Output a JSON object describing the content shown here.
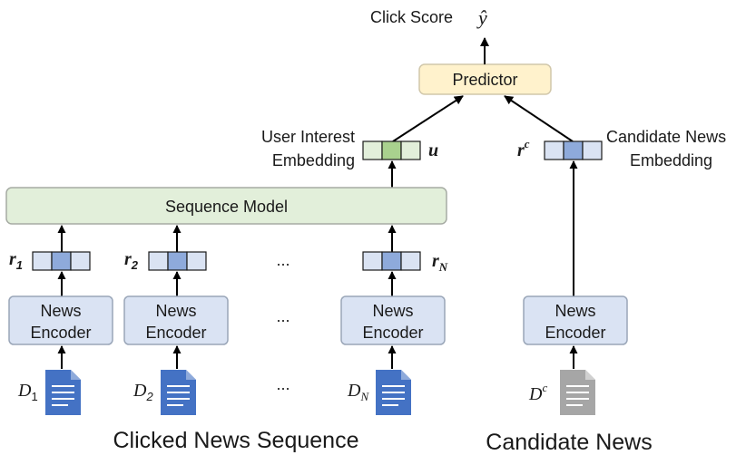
{
  "top": {
    "click_score_label": "Click Score",
    "y_hat": "ŷ"
  },
  "predictor": {
    "label": "Predictor"
  },
  "user": {
    "label_line1": "User Interest",
    "label_line2": "Embedding",
    "symbol": "u"
  },
  "candidate": {
    "label_line1": "Candidate News",
    "label_line2": "Embedding",
    "symbol_base": "r",
    "symbol_sup": "c",
    "doc_base": "D",
    "doc_sup": "c"
  },
  "sequence_model": {
    "label": "Sequence Model"
  },
  "news_encoder": {
    "line1": "News",
    "line2": "Encoder"
  },
  "news_vectors": [
    {
      "base": "r",
      "sub": "1"
    },
    {
      "base": "r",
      "sub": "2"
    },
    {
      "base": "r",
      "sub": "N"
    }
  ],
  "docs": [
    {
      "base": "D",
      "sub": "1"
    },
    {
      "base": "D",
      "sub": "2"
    },
    {
      "base": "D",
      "sub": "N"
    }
  ],
  "ellipsis": "...",
  "bottom": {
    "clicked_label": "Clicked News Sequence",
    "candidate_label": "Candidate News"
  },
  "colors": {
    "encoder_fill": "#dae3f3",
    "encoder_stroke": "#9aa6b8",
    "sequence_fill": "#e2efda",
    "sequence_stroke": "#a6aba3",
    "predictor_fill": "#fff2cc",
    "predictor_stroke": "#d1c7aa",
    "vec_blue": "#dae3f3",
    "vec_blue_mid": "#8eaadb",
    "vec_green": "#e2efda",
    "vec_green_mid": "#a9d18e",
    "doc_blue": "#4472c4",
    "doc_gray": "#a6a6a6"
  }
}
